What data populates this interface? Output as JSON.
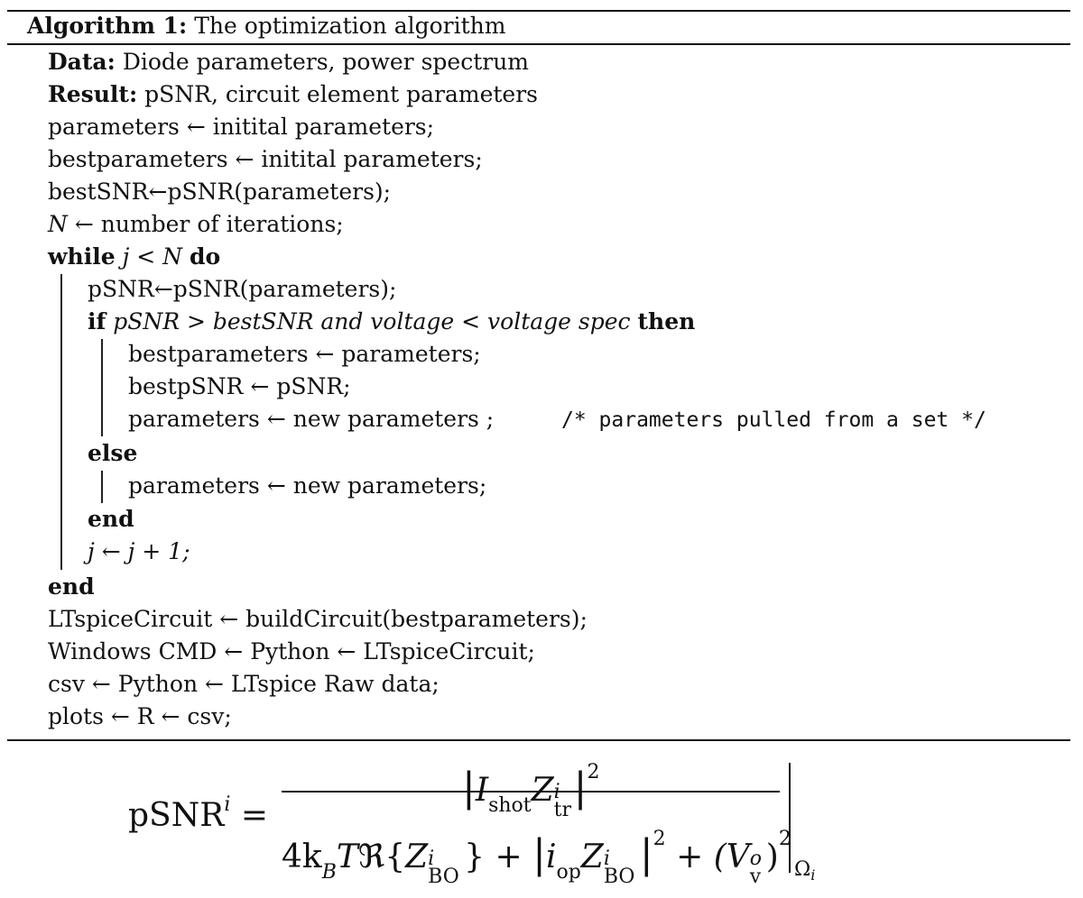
{
  "caption": {
    "label": "Algorithm 1:",
    "title": "The optimization algorithm"
  },
  "data_line": {
    "label": "Data:",
    "text": "Diode parameters, power spectrum"
  },
  "result_line": {
    "label": "Result:",
    "text": "pSNR, circuit element parameters"
  },
  "init": [
    "parameters ← initital parameters;",
    "bestparameters ← initital parameters;",
    "bestSNR←pSNR(parameters);"
  ],
  "n_line": {
    "var": "N",
    "text": " ← number of iterations;"
  },
  "while_line": {
    "kw": "while",
    "cond": "j < N",
    "kw2": "do"
  },
  "loop_first": "pSNR←pSNR(parameters);",
  "if_line": {
    "kw": "if",
    "cond": "pSNR > bestSNR and voltage < voltage spec",
    "kw2": "then"
  },
  "then_block": [
    "bestparameters ← parameters;",
    "bestpSNR ← pSNR;",
    "parameters ← new parameters ;"
  ],
  "comment": "/* parameters pulled from a set */",
  "else_kw": "else",
  "else_block": "parameters ← new parameters;",
  "end_if": "end",
  "incr": "j ← j + 1;",
  "end_while": "end",
  "post": [
    "LTspiceCircuit ← buildCircuit(bestparameters);",
    "Windows CMD ← Python ← LTspiceCircuit;",
    "csv ← Python ← LTspice Raw data;",
    "plots ← R ← csv;"
  ],
  "formula": {
    "lhs": "pSNR",
    "lhs_sup": "i",
    "eq": "=",
    "num_I": "I",
    "num_shot": "shot",
    "num_Z": "Z",
    "num_tr": "tr",
    "den_a": "4k",
    "den_B": "B",
    "den_T": "T",
    "den_Re": "ℜ{",
    "den_Z": "Z",
    "den_BO": "BO",
    "den_close": "}",
    "den_plus": "+",
    "den_i": "i",
    "den_op": "op",
    "den_Z2": "Z",
    "den_BO2": "BO",
    "den_plus2": "+",
    "den_V": "(V",
    "den_v": "v",
    "den_o": "o",
    "den_paren": ")",
    "sq": "2",
    "sup_i": "i",
    "omega": "Ω",
    "omega_i": "i"
  }
}
